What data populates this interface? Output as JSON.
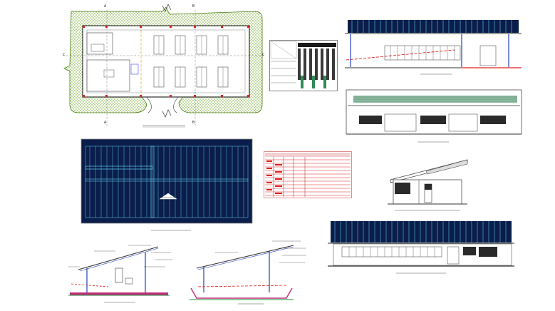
{
  "colors": {
    "background": "#ffffff",
    "landscape": "#9acd32",
    "roof_fill": "#0b1d4a",
    "roof_line": "#5fd0f0",
    "wall": "#1f3fbf",
    "window": "#2a2a2a",
    "accent_red": "#e02020",
    "accent_orange": "#f08020",
    "grid_green": "#2e8b57",
    "floor_magenta": "#c0307a",
    "ground_green": "#1e8c3c"
  },
  "icons": {
    "north_arrow": "triangle-arrow-icon",
    "break_line": "zigzag-break-icon"
  },
  "plan": {
    "axis_marks": [
      "A",
      "B",
      "A",
      "B",
      "C",
      "C"
    ]
  },
  "sheets": {
    "floor_plan": "floor-plan",
    "table_top": "schedule-table",
    "front_elevation": "front-elevation",
    "rear_elevation": "rear-elevation",
    "roof_plan": "roof-plan",
    "schedule_red": "window-door-schedule",
    "side_elevation": "side-elevation",
    "long_elevation": "long-elevation",
    "section_a": "section-a",
    "section_b": "section-b"
  }
}
